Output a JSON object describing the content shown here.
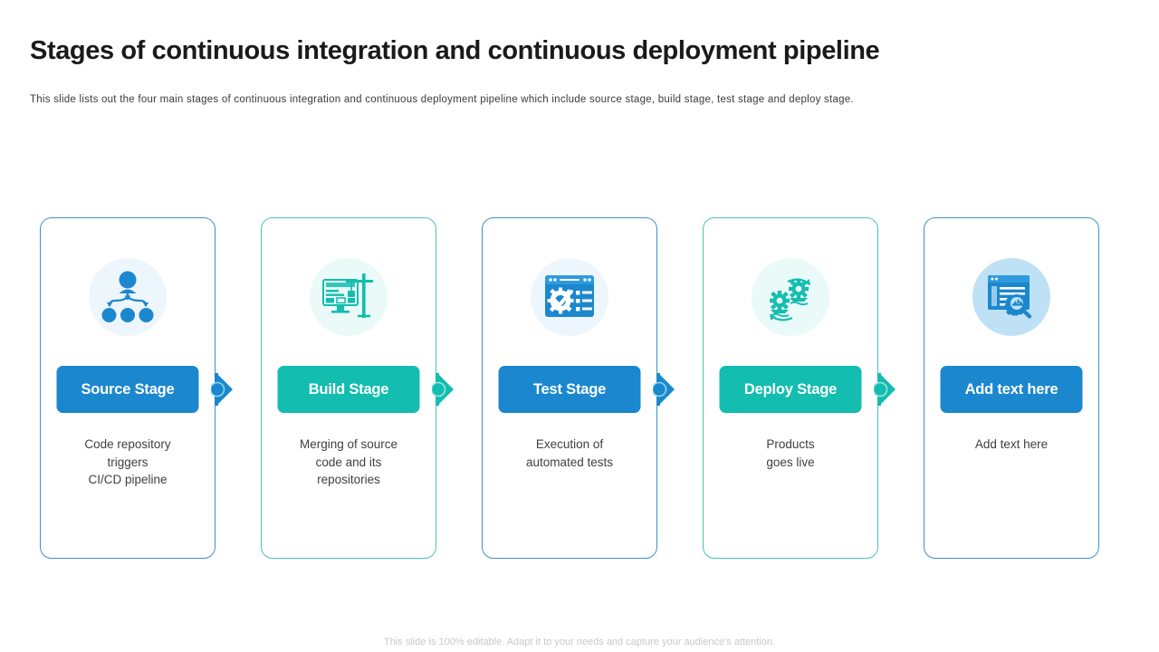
{
  "header": {
    "title": "Stages of continuous integration and continuous deployment pipeline",
    "subtitle": "This slide lists out the four main stages of continuous integration and continuous deployment pipeline which include source stage, build stage, test stage and deploy stage."
  },
  "colors": {
    "blue": "#1b87ce",
    "teal": "#13bdb0",
    "card_border_blue": "#3e93c8",
    "card_border_teal": "#4cc3bc",
    "icon_tint_blue_faint": "#eef6fd",
    "icon_tint_teal_faint": "#eafaf8",
    "icon_tint_blue_strong": "#bfe1f6",
    "text_dark": "#1a1a1a",
    "text_body": "#3f3f3f",
    "footer_gray": "#c8c8c8"
  },
  "stages": [
    {
      "label": "Source Stage",
      "description": "Code repository\ntriggers\nCI/CD pipeline",
      "theme": "blue",
      "icon": "user-branching-nodes-icon"
    },
    {
      "label": "Build Stage",
      "description": "Merging of source\ncode and its\nrepositories",
      "theme": "teal",
      "icon": "monitor-crane-build-icon"
    },
    {
      "label": "Test Stage",
      "description": "Execution of\nautomated tests",
      "theme": "blue",
      "icon": "browser-gear-checkmark-icon"
    },
    {
      "label": "Deploy Stage",
      "description": "Products\ngoes live",
      "theme": "teal",
      "icon": "gears-rotation-deploy-icon"
    },
    {
      "label": "Add text here",
      "description": "Add text here",
      "theme": "blue",
      "icon": "browser-magnifier-review-icon"
    }
  ],
  "connectors": [
    {
      "theme": "blue"
    },
    {
      "theme": "teal"
    },
    {
      "theme": "blue"
    },
    {
      "theme": "teal"
    }
  ],
  "footer": {
    "note": "This slide is 100% editable. Adapt it to your needs and capture your audience's attention."
  }
}
